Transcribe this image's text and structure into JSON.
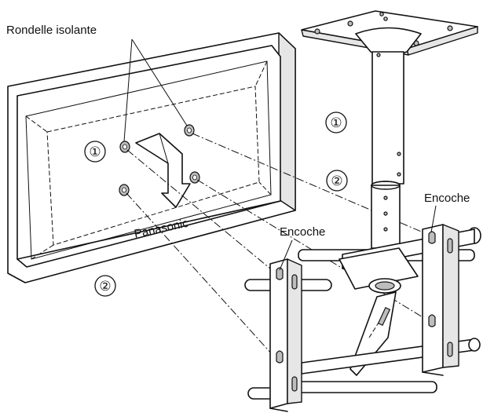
{
  "labels": {
    "insulating_washer": "Rondelle isolante",
    "notch_upper": "Encoche",
    "notch_lower": "Encoche",
    "tv_brand": "Panasonic"
  },
  "steps": {
    "step1_tv": "①",
    "step1_pole": "①",
    "step2_pole": "②",
    "step2_tv": "②"
  }
}
